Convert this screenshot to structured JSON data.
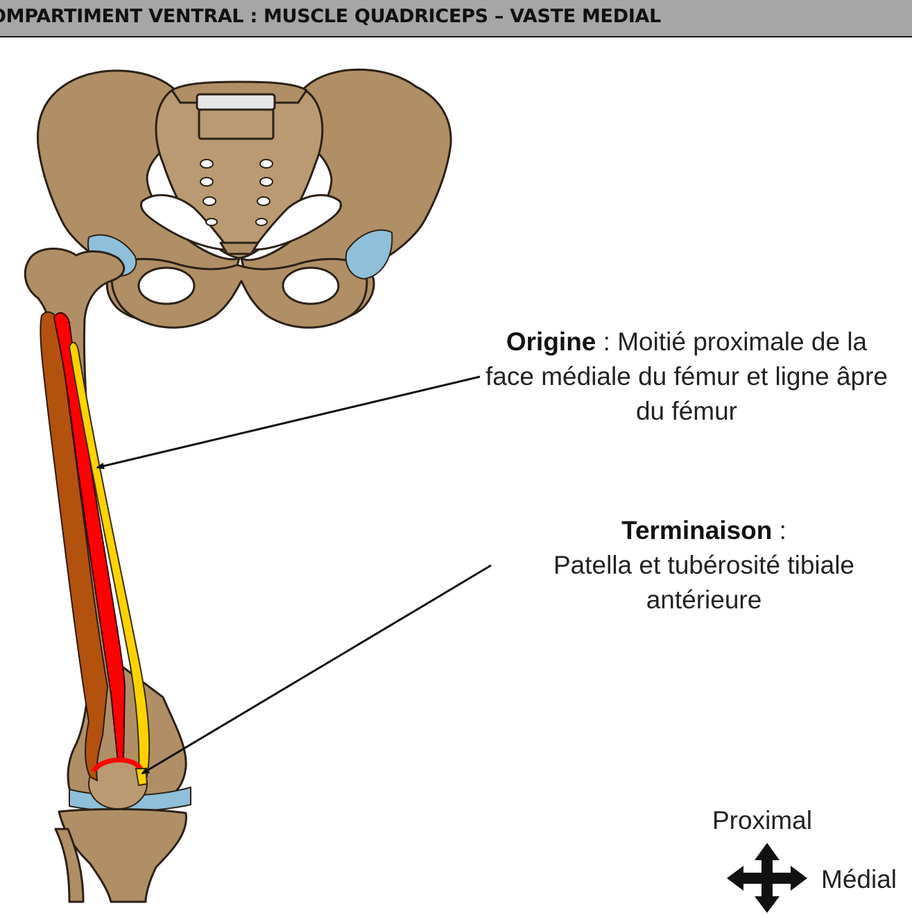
{
  "header": {
    "title": "OMPARTIMENT VENTRAL : MUSCLE QUADRICEPS – VASTE MEDIAL"
  },
  "annotations": {
    "origin": {
      "heading": "Origine",
      "separator": " : ",
      "text": "Moitié proximale de la face médiale du fémur et ligne âpre du fémur"
    },
    "termination": {
      "heading": "Terminaison",
      "separator": " :",
      "text": "Patella et tubérosité tibiale antérieure"
    }
  },
  "orientation": {
    "proximal": "Proximal",
    "medial": "Médial"
  },
  "colors": {
    "bone": "#b08f66",
    "bone_outline": "#2b2117",
    "cartilage": "#8fbfd9",
    "vastus_medialis": "#ff0000",
    "vastus_lateralis": "#b3510e",
    "sartorius_gracilis": "#ffd200",
    "title_bar": "#a6a6a6"
  }
}
